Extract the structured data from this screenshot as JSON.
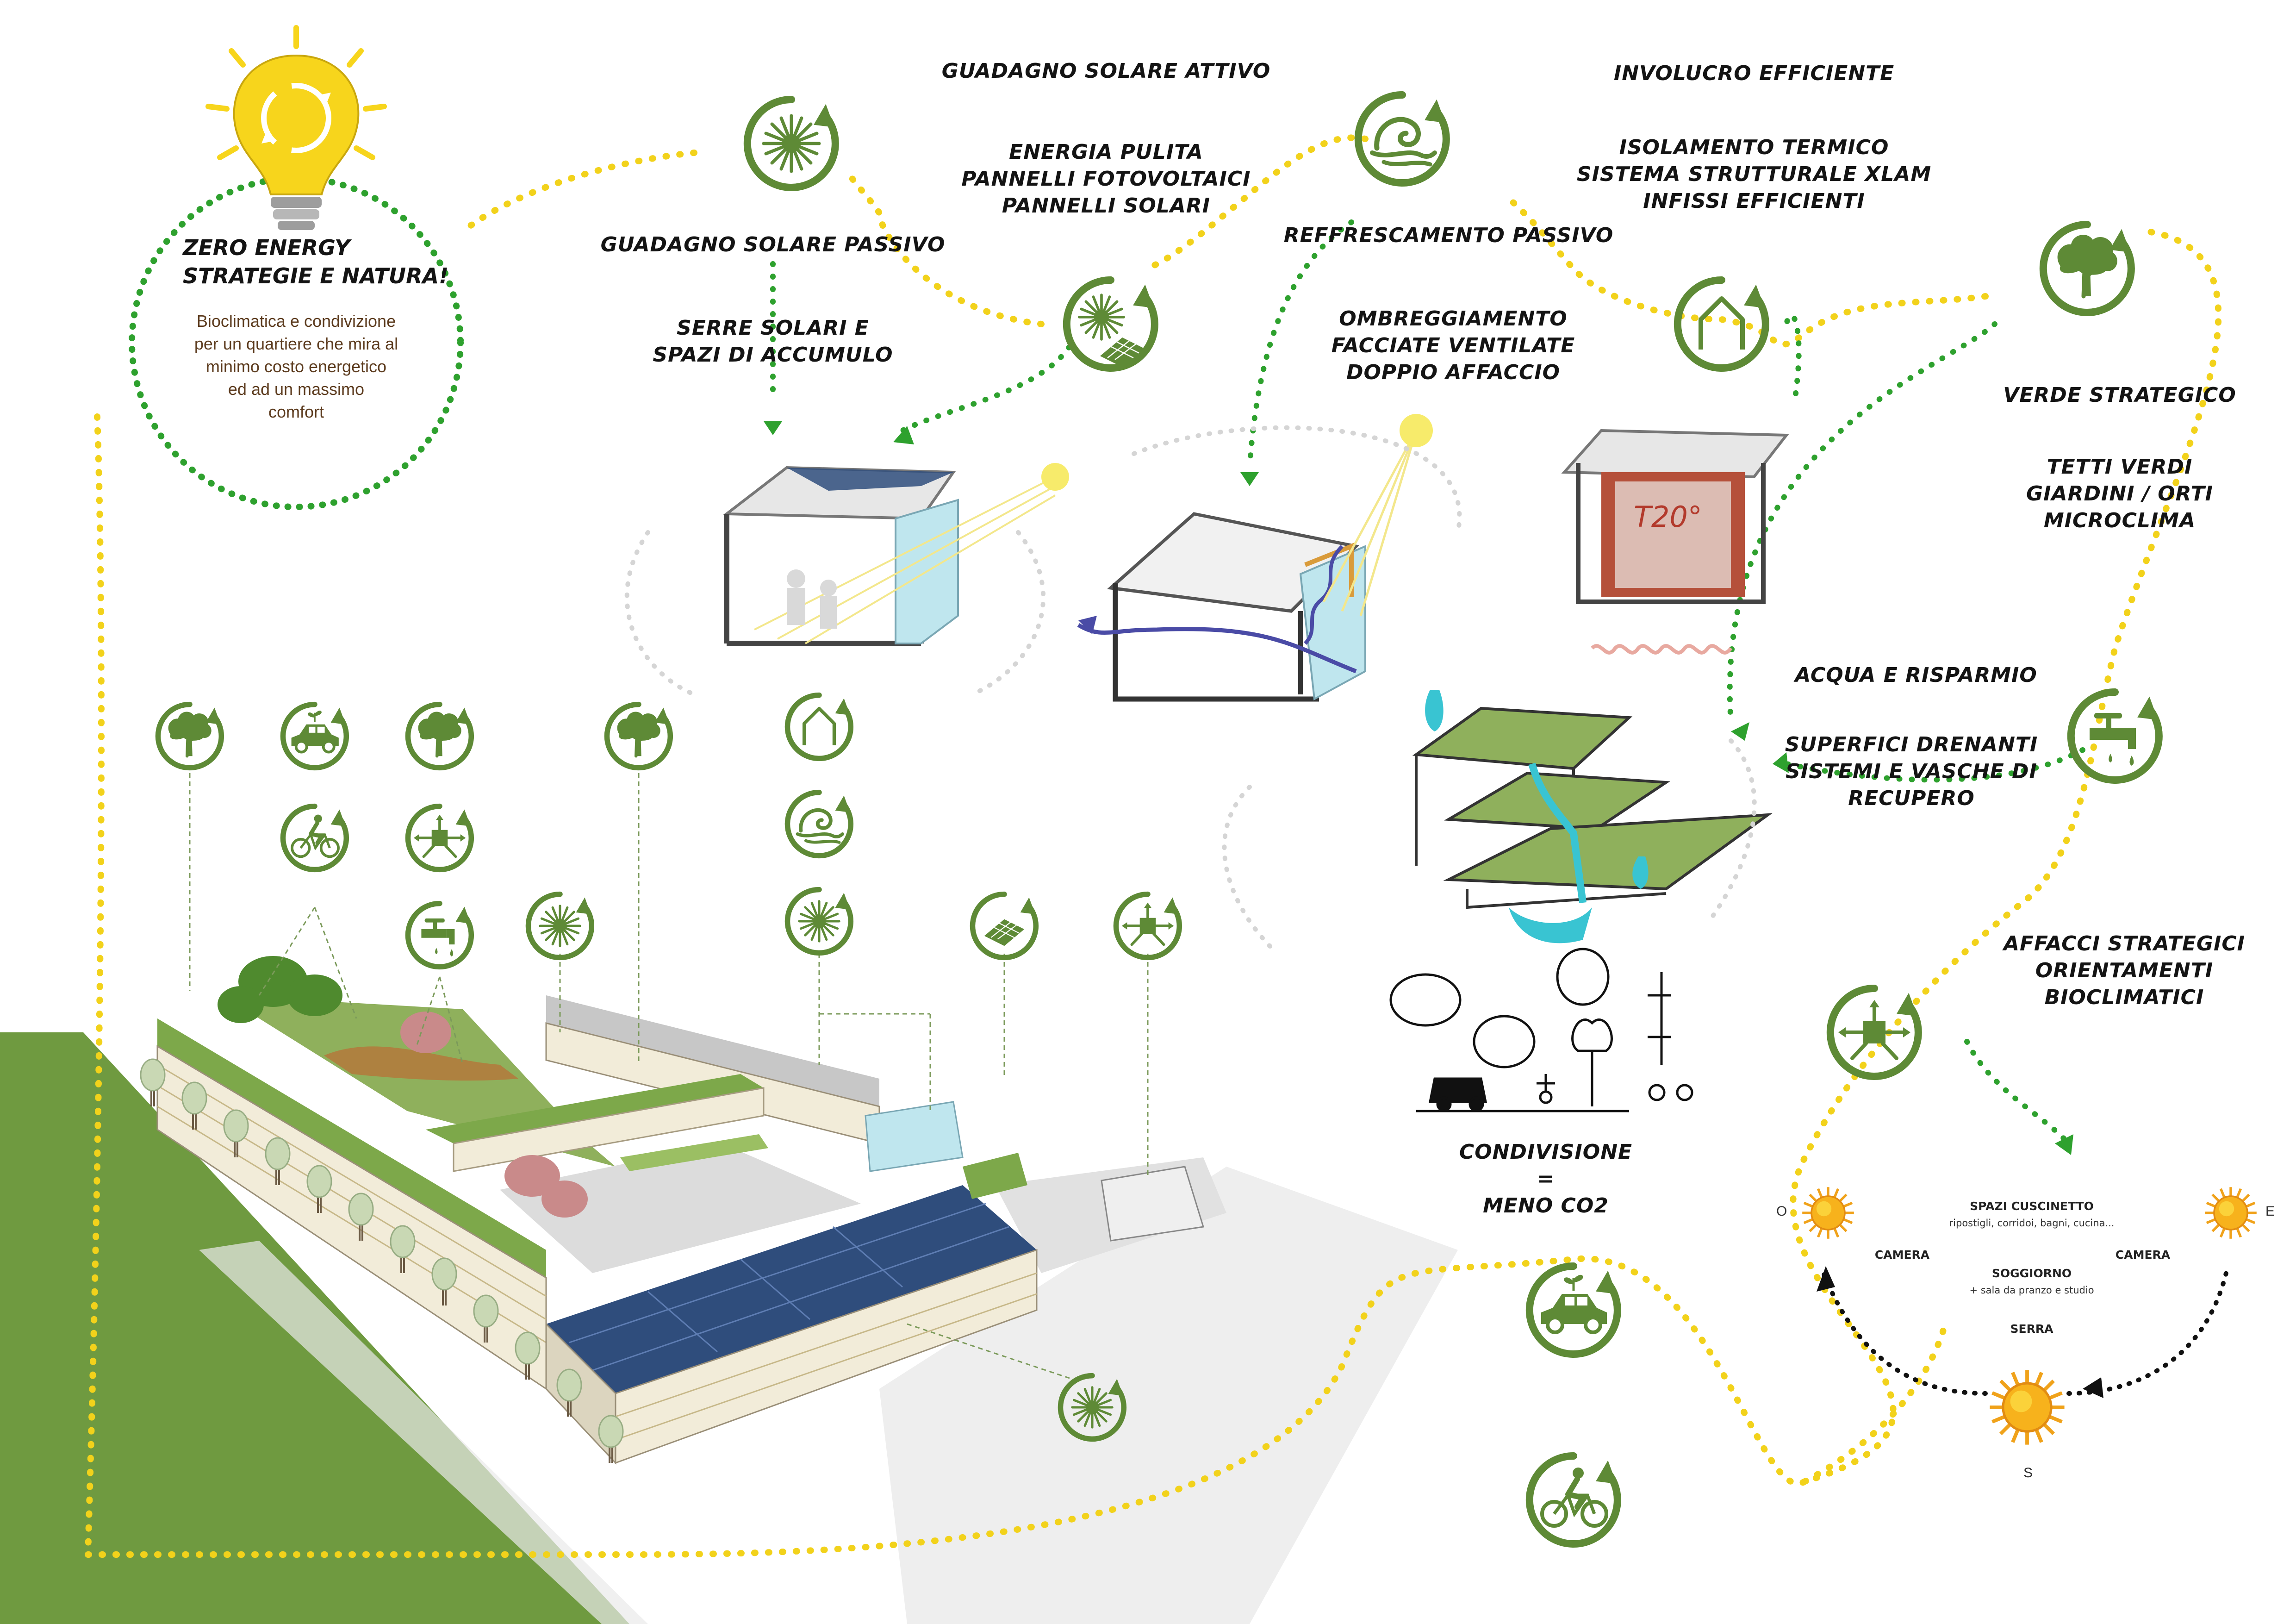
{
  "colors": {
    "green": "#5e8a36",
    "yellow_path": "#f2d21b",
    "dotted_green": "#2ea12e",
    "bulb": "#f7d51c",
    "sun": "#f7b21c",
    "brick": "#b5503a",
    "grass": "#6f9a40",
    "solar_panel": "#2f4d7c",
    "glass": "#bfe6ee",
    "water": "#39c4d2"
  },
  "intro": {
    "title_line1": "ZERO ENERGY",
    "title_line2": "STRATEGIE E NATURA!",
    "desc_lines": [
      "Bioclimatica e condivizione",
      "per un quartiere che mira al",
      "minimo costo energetico",
      "ed ad un massimo",
      "comfort"
    ]
  },
  "labels": {
    "guadagno_attivo": "GUADAGNO SOLARE ATTIVO",
    "energia_pulita": [
      "ENERGIA PULITA",
      "PANNELLI FOTOVOLTAICI",
      "PANNELLI SOLARI"
    ],
    "guadagno_passivo": "GUADAGNO SOLARE PASSIVO",
    "serre": [
      "SERRE SOLARI E",
      "SPAZI DI ACCUMULO"
    ],
    "involucro": "INVOLUCRO EFFICIENTE",
    "isolamento": [
      "ISOLAMENTO TERMICO",
      "SISTEMA STRUTTURALE XLAM",
      "INFISSI EFFICIENTI"
    ],
    "raffrescamento": "REFFRESCAMENTO PASSIVO",
    "ombreggiamento": [
      "OMBREGGIAMENTO",
      "FACCIATE VENTILATE",
      "DOPPIO AFFACCIO"
    ],
    "verde": "VERDE STRATEGICO",
    "tetti": [
      "TETTI VERDI",
      "GIARDINI / ORTI",
      "MICROCLIMA"
    ],
    "acqua": "ACQUA E RISPARMIO",
    "superfici": [
      "SUPERFICI DRENANTI",
      "SISTEMI E VASCHE DI",
      "RECUPERO"
    ],
    "affacci": [
      "AFFACCI STRATEGICI",
      "ORIENTAMENTI",
      "BIOCLIMATICI"
    ],
    "condivisione": [
      "CONDIVISIONE",
      "=",
      "MENO CO2"
    ]
  },
  "orientation": {
    "spazi_title": "SPAZI CUSCINETTO",
    "spazi_sub": "ripostigli, corridoi, bagni, cucina...",
    "camera_left": "CAMERA",
    "camera_right": "CAMERA",
    "soggiorno": "SOGGIORNO",
    "soggiorno_sub": "+ sala da pranzo e studio",
    "serra": "SERRA",
    "west": "O",
    "east": "E",
    "south": "S"
  },
  "thermal": {
    "label": "T20°"
  },
  "icons": {
    "bulb": "light-bulb-icon",
    "sun_burst": "sun-burst-icon",
    "solar_panel": "solar-panel-icon",
    "wind": "wind-wave-icon",
    "house": "house-outline-icon",
    "tree": "tree-icon",
    "faucet": "water-tap-icon",
    "orientation": "orientation-arrows-icon",
    "car": "eco-car-icon",
    "bike": "bicycle-icon",
    "sun": "sun-icon"
  }
}
